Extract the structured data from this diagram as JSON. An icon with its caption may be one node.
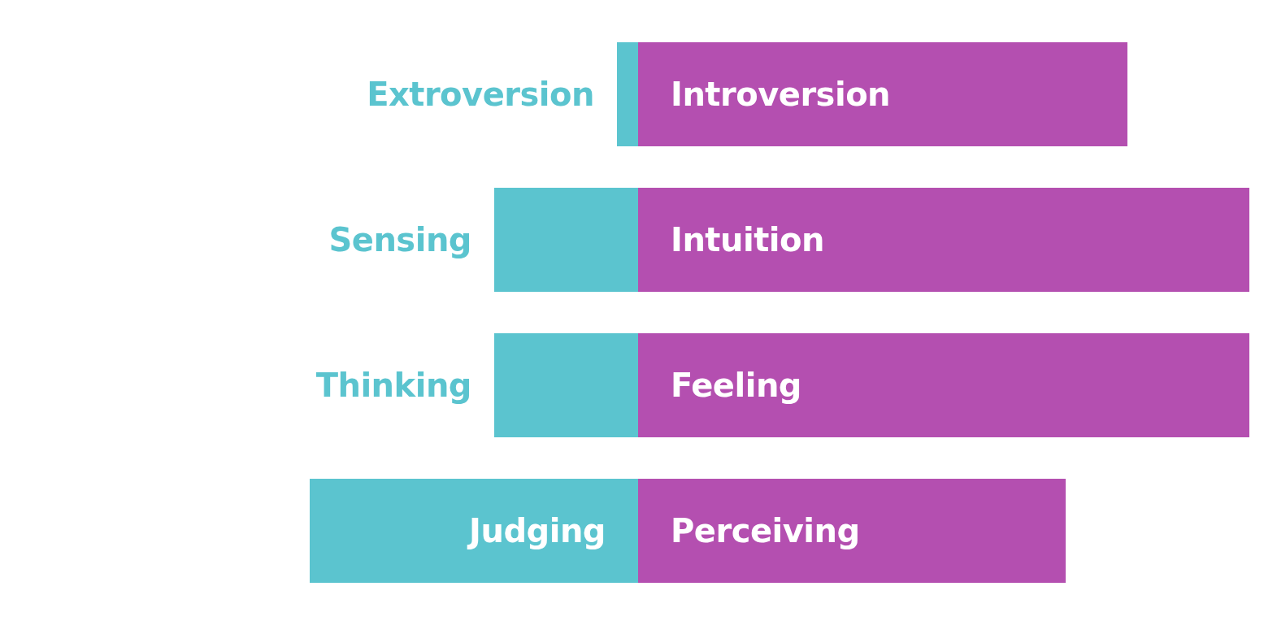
{
  "diagram": {
    "nodes": [
      {
        "text": [
          "Extroversion"
        ]
      },
      {
        "text": [
          "Introversion"
        ]
      },
      {
        "text": [
          "Sensing"
        ]
      },
      {
        "text": [
          "Intuition"
        ]
      },
      {
        "text": [
          "Thinking"
        ]
      },
      {
        "text": [
          "Feeling"
        ]
      },
      {
        "text": [
          "Judging"
        ]
      },
      {
        "text": [
          "Perceiving"
        ]
      }
    ]
  }
}
